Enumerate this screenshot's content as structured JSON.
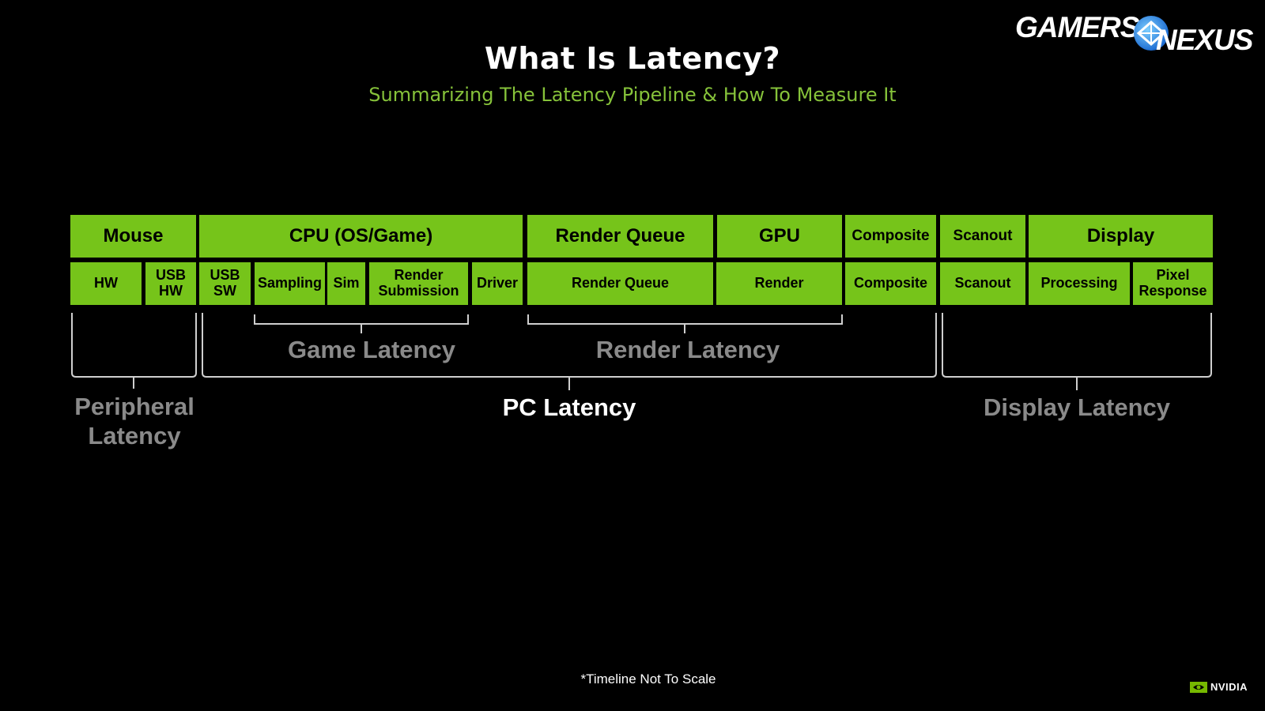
{
  "header": {
    "title": "What Is Latency?",
    "subtitle": "Summarizing The Latency Pipeline & How To Measure It"
  },
  "logo": {
    "word1": "GAMERS",
    "word2": "NEXUS"
  },
  "pipeline": {
    "stages": [
      "Mouse",
      "CPU (OS/Game)",
      "Render Queue",
      "GPU",
      "Composite",
      "Scanout",
      "Display"
    ],
    "substages": [
      "HW",
      "USB\nHW",
      "USB\nSW",
      "Sampling",
      "Sim",
      "Render\nSubmission",
      "Driver",
      "Render Queue",
      "Render",
      "Composite",
      "Scanout",
      "Processing",
      "Pixel\nResponse"
    ]
  },
  "groups": {
    "game_latency": "Game Latency",
    "render_latency": "Render Latency",
    "peripheral_latency": "Peripheral\nLatency",
    "pc_latency": "PC Latency",
    "display_latency": "Display Latency"
  },
  "footer": {
    "note": "*Timeline Not To Scale",
    "brand": "NVIDIA"
  },
  "colors": {
    "accent_green": "#76c41a",
    "subtitle_green": "#86c23a",
    "label_gray": "#8a8a8a"
  }
}
